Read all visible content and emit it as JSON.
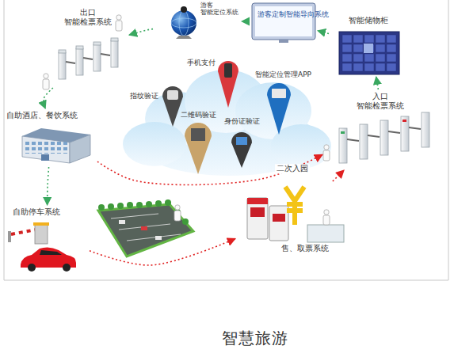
{
  "diagram": {
    "caption": "智慧旅游",
    "nodes": [
      {
        "text": [
          "出口 智能检票系统"
        ]
      },
      {
        "text": [
          "游客 智能定位系统"
        ]
      },
      {
        "text": [
          "游客定制智能导向系统"
        ]
      },
      {
        "text": [
          "智能储物柜"
        ]
      },
      {
        "text": [
          "入口 智能检票系统"
        ]
      },
      {
        "text": [
          "自助酒店、餐饮系统"
        ]
      },
      {
        "text": [
          "自助停车系统"
        ]
      },
      {
        "text": [
          "售、取票系统"
        ]
      }
    ],
    "edges": [
      {
        "from": 6,
        "to": 7,
        "arrow": "to"
      },
      {
        "from": 7,
        "to": 4,
        "arrow": "to"
      },
      {
        "from": 4,
        "to": 3,
        "arrow": "to"
      },
      {
        "from": 3,
        "to": 2,
        "arrow": "to"
      },
      {
        "from": 2,
        "to": 1,
        "arrow": "to"
      },
      {
        "from": 1,
        "to": 0,
        "arrow": "to"
      },
      {
        "from": 0,
        "to": 5,
        "arrow": "to"
      },
      {
        "from": 5,
        "to": 6,
        "arrow": "to"
      },
      {
        "from": 5,
        "to": 4,
        "label": "二次入园",
        "arrow": "to"
      }
    ],
    "labels": [
      "手机支付",
      "智能定位管理APP",
      "指纹验证",
      "二维码验证",
      "身份证验证"
    ]
  }
}
